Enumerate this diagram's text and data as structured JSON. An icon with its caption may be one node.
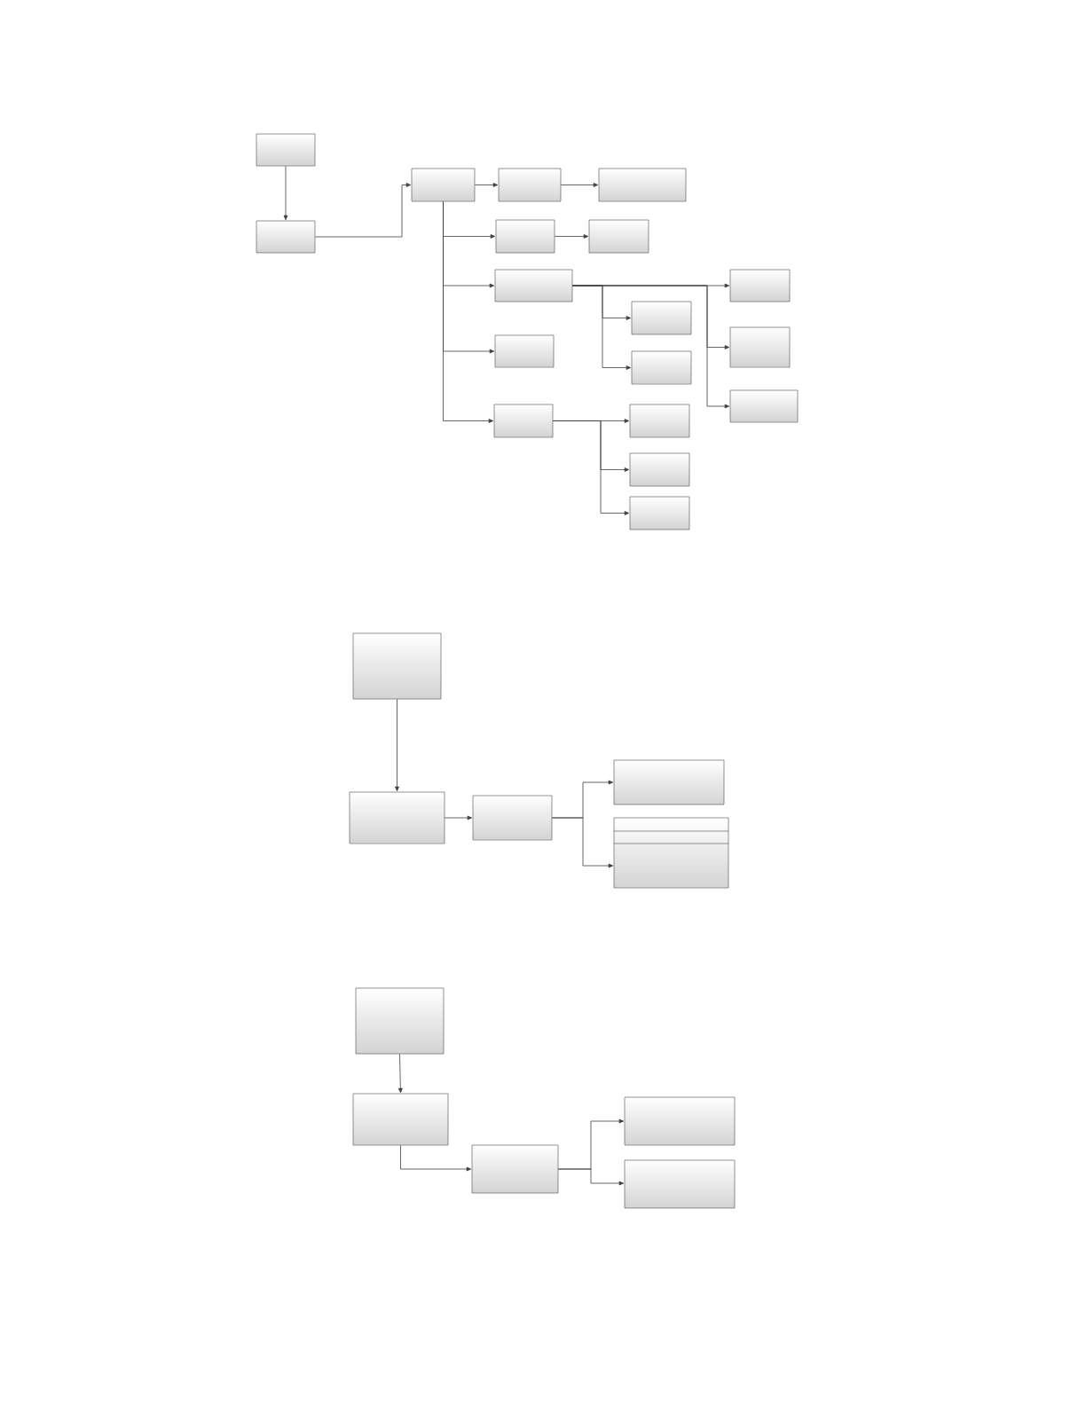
{
  "diagram": {
    "nodes": [
      {
        "text": [],
        "shape": "box"
      },
      {
        "text": [],
        "shape": "box"
      },
      {
        "text": [],
        "shape": "box"
      },
      {
        "text": [],
        "shape": "box"
      },
      {
        "text": [],
        "shape": "box"
      },
      {
        "text": [],
        "shape": "box"
      },
      {
        "text": [],
        "shape": "box"
      },
      {
        "text": [],
        "shape": "box"
      },
      {
        "text": [],
        "shape": "box"
      },
      {
        "text": [],
        "shape": "box"
      },
      {
        "text": [],
        "shape": "box"
      },
      {
        "text": [],
        "shape": "box"
      },
      {
        "text": [],
        "shape": "box"
      },
      {
        "text": [],
        "shape": "box"
      },
      {
        "text": [],
        "shape": "box"
      },
      {
        "text": [],
        "shape": "box"
      },
      {
        "text": [],
        "shape": "box"
      },
      {
        "text": [],
        "shape": "box"
      },
      {
        "text": [],
        "shape": "box"
      },
      {
        "text": [],
        "shape": "box"
      },
      {
        "text": [],
        "shape": "box"
      },
      {
        "text": [],
        "shape": "box"
      },
      {
        "text": [],
        "shape": "box"
      },
      {
        "text": [],
        "shape": "box"
      },
      {
        "text": [],
        "shape": "box"
      },
      {
        "text": [],
        "shape": "box"
      },
      {
        "text": [],
        "shape": "box"
      },
      {
        "text": [],
        "shape": "box"
      }
    ],
    "edges": [
      {
        "from": 0,
        "to": 1,
        "arrow": "to"
      },
      {
        "from": 1,
        "to": 2,
        "arrow": "to"
      },
      {
        "from": 2,
        "to": 3,
        "arrow": "to"
      },
      {
        "from": 3,
        "to": 4,
        "arrow": "to"
      },
      {
        "from": 2,
        "to": 5,
        "arrow": "to"
      },
      {
        "from": 5,
        "to": 6,
        "arrow": "to"
      },
      {
        "from": 2,
        "to": 7,
        "arrow": "to"
      },
      {
        "from": 2,
        "to": 13,
        "arrow": "to"
      },
      {
        "from": 2,
        "to": 14,
        "arrow": "to"
      },
      {
        "from": 7,
        "to": 8,
        "arrow": "to"
      },
      {
        "from": 7,
        "to": 9,
        "arrow": "to"
      },
      {
        "from": 7,
        "to": 10,
        "arrow": "to"
      },
      {
        "from": 7,
        "to": 11,
        "arrow": "to"
      },
      {
        "from": 7,
        "to": 12,
        "arrow": "to"
      },
      {
        "from": 14,
        "to": 15,
        "arrow": "to"
      },
      {
        "from": 14,
        "to": 16,
        "arrow": "to"
      },
      {
        "from": 14,
        "to": 17,
        "arrow": "to"
      },
      {
        "from": 18,
        "to": 19,
        "arrow": "to"
      },
      {
        "from": 19,
        "to": 20,
        "arrow": "to"
      },
      {
        "from": 20,
        "to": 21,
        "arrow": "to"
      },
      {
        "from": 20,
        "to": 22,
        "arrow": "to"
      },
      {
        "from": 23,
        "to": 24,
        "arrow": "to"
      },
      {
        "from": 24,
        "to": 25,
        "arrow": "to"
      },
      {
        "from": 25,
        "to": 26,
        "arrow": "to"
      },
      {
        "from": 25,
        "to": 27,
        "arrow": "to"
      }
    ]
  }
}
